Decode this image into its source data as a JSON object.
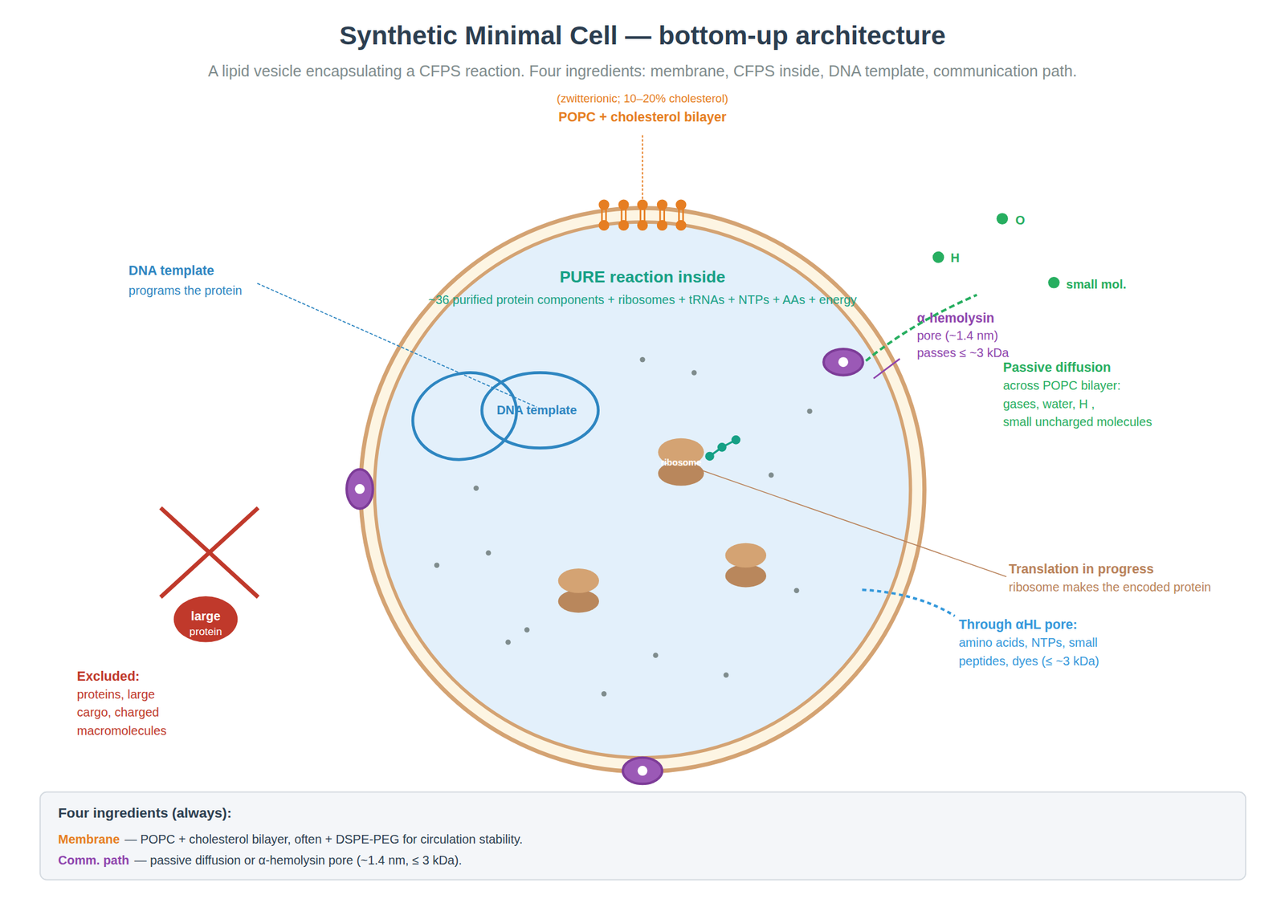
{
  "diagram": {
    "title": "Synthetic Minimal Cell — bottom-up architecture",
    "caption": "A lipid vesicle encapsulating a CFPS reaction. Four ingredients: membrane, CFPS inside, DNA template, communication path.",
    "nodes": [
      {
        "text": [
          "PURE reaction inside",
          "~36 purified protein components + ribosomes + tRNAs + NTPs + AAs + energy"
        ]
      },
      {
        "text": [
          "DNA template"
        ],
        "in": 0
      },
      {
        "text": [
          "ribosome"
        ],
        "in": 0
      },
      {
        "text": [
          "large",
          "protein"
        ]
      },
      {
        "text": [
          "Four ingredients (always):",
          "Membrane",
          "— POPC + cholesterol bilayer, often + DSPE-PEG for circulation stability.",
          "Comm. path",
          "— passive diffusion or α-hemolysin pore (~1.4 nm, ≤ 3 kDa)."
        ]
      }
    ],
    "labels": [
      "(zwitterionic; 10–20% cholesterol)",
      "POPC + cholesterol bilayer",
      "DNA template",
      "programs the protein",
      "O",
      "H",
      "small mol.",
      "α-hemolysin",
      "pore (~1.4 nm)",
      "passes ≤ ~3 kDa",
      "Passive diffusion",
      "across POPC bilayer:",
      "gases, water, H ,",
      "small uncharged molecules",
      "Translation in progress",
      "ribosome makes the encoded protein",
      "Through αHL pore:",
      "amino acids, NTPs, small",
      "peptides, dyes (≤ ~3 kDa)",
      "Excluded:",
      "proteins, large",
      "cargo, charged",
      "macromolecules"
    ]
  }
}
